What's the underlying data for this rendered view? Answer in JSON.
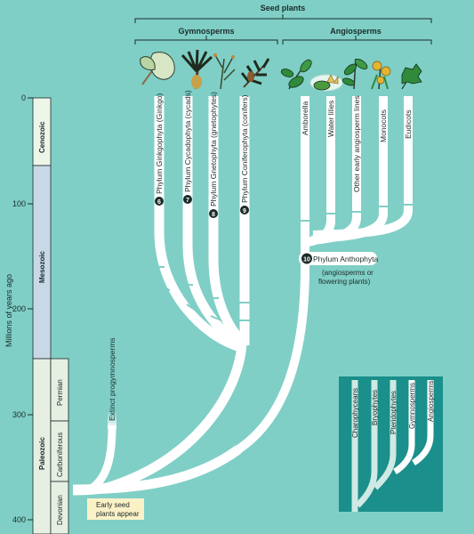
{
  "header": {
    "seed_plants": "Seed plants",
    "gymnosperms": "Gymnosperms",
    "angiosperms": "Angiosperms"
  },
  "axis": {
    "label": "Millions of years ago",
    "ticks": [
      "0",
      "100",
      "200",
      "300",
      "400"
    ]
  },
  "timescale": {
    "eras": [
      "Cenozoic",
      "Mesozoic",
      "Paleozoic"
    ],
    "periods": [
      "Permian",
      "Carboniferous",
      "Devonian"
    ]
  },
  "branches": {
    "ginkgo_num": "6",
    "ginkgo": "Phylum Ginkgophyta (Ginkgo)",
    "cycad_num": "7",
    "cycad": "Phylum Cycadophyta (cycads)",
    "gnetophyta_num": "8",
    "gnetophyta": "Phylum Gnetophyta (gnetophytes)",
    "conifer_num": "9",
    "conifer": "Phylum Coniferophyta (conifers)",
    "amborella": "Amborella",
    "water_lilies": "Water lilies",
    "other_angio": "Other early angiosperm lines",
    "monocots": "Monocots",
    "eudicots": "Eudicots"
  },
  "anthophyta": {
    "num": "10",
    "label": "Phylum Anthophyta",
    "sub1": "(angiosperms or",
    "sub2": "flowering plants)"
  },
  "extinct": "Extinct progymnosperms",
  "early_seed": {
    "line1": "Early seed",
    "line2": "plants appear"
  },
  "inset": {
    "labels": [
      "Charophyceans",
      "Bryophytes",
      "Pteridophytes",
      "Gymnosperms",
      "Angiosperms"
    ]
  },
  "colors": {
    "background": "#7fcfc6",
    "inset": "#1b8f8b",
    "highlight": "#ffffff",
    "cenozoic": "#eef6e9",
    "mesozoic": "#c9d8e6",
    "paleozoic": "#e7eee2",
    "callout": "#fbf1c7"
  }
}
